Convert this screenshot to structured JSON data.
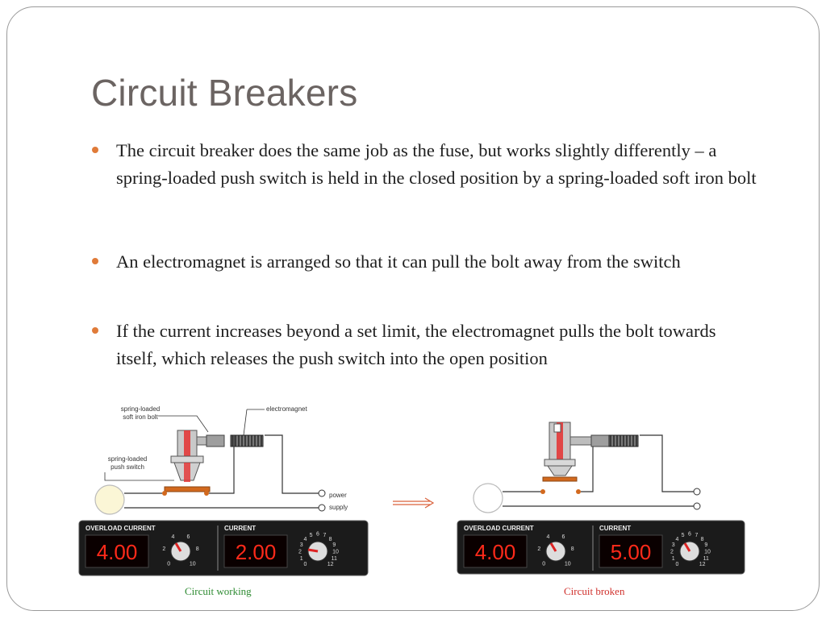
{
  "slide": {
    "title": "Circuit Breakers",
    "bullets": [
      "The circuit breaker does the same job as the fuse, but works slightly differently – a spring-loaded push switch is held in the closed position by a spring-loaded soft iron bolt",
      "An electromagnet is arranged so that it can pull the bolt away from the switch",
      "If the current increases beyond a set limit, the electromagnet pulls the bolt towards itself, which releases the push switch into the open position"
    ],
    "accent_color": "#e07b39"
  },
  "diagram_working": {
    "label_bolt_line1": "spring-loaded",
    "label_bolt_line2": "soft iron bolt",
    "label_electromagnet": "electromagnet",
    "label_switch_line1": "spring-loaded",
    "label_switch_line2": "push switch",
    "label_power": "power",
    "label_supply": "supply",
    "panel": {
      "overload_label": "OVERLOAD CURRENT",
      "overload_value": "4.00",
      "current_label": "CURRENT",
      "current_value": "2.00"
    },
    "caption": "Circuit working",
    "caption_color": "#2e8b32"
  },
  "diagram_broken": {
    "panel": {
      "overload_label": "OVERLOAD CURRENT",
      "overload_value": "4.00",
      "current_label": "CURRENT",
      "current_value": "5.00"
    },
    "caption": "Circuit broken",
    "caption_color": "#d0312d"
  },
  "dial": {
    "overload_ticks": [
      "0",
      "2",
      "4",
      "6",
      "8",
      "10"
    ],
    "current_ticks": [
      "0",
      "1",
      "2",
      "3",
      "4",
      "5",
      "6",
      "7",
      "8",
      "9",
      "10",
      "11",
      "12"
    ]
  }
}
